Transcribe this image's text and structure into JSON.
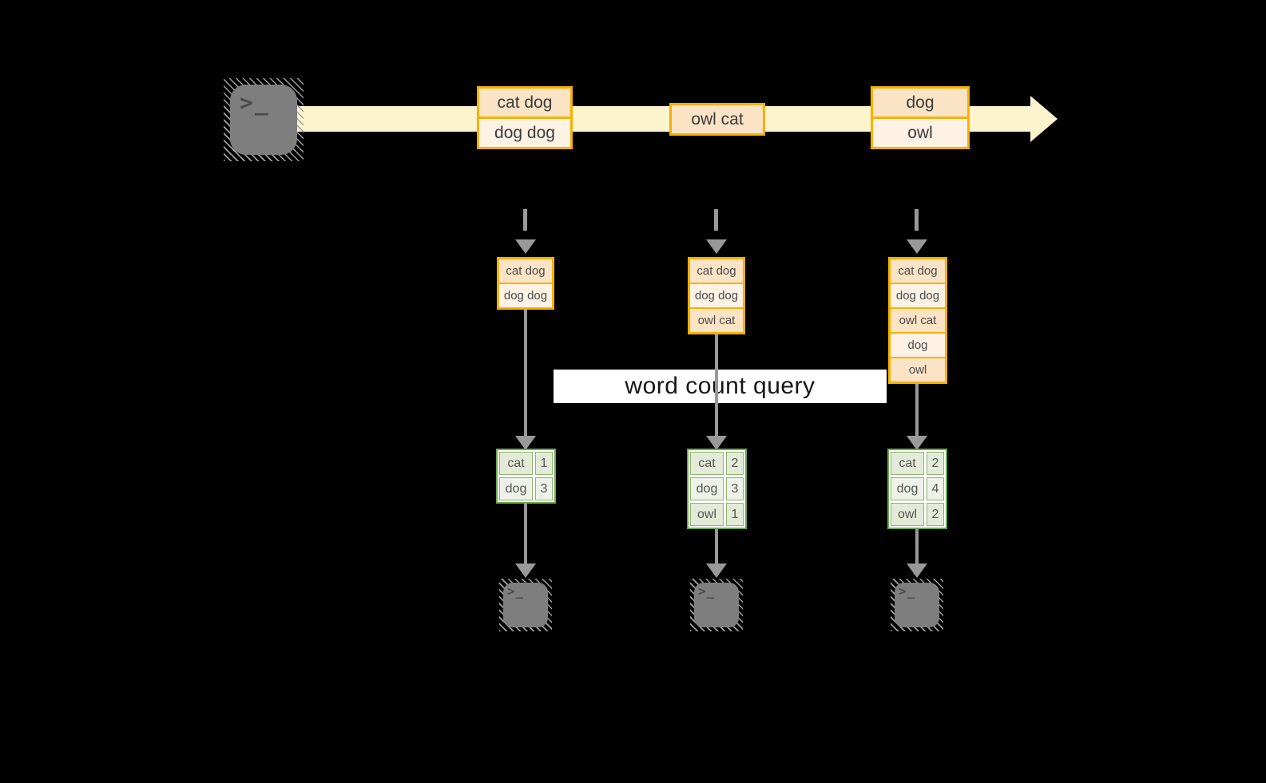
{
  "colors": {
    "orange_border": "#f6b100",
    "peach_fill": "#fbe3c5",
    "cream_fill": "#fdf2e4",
    "stream_band": "#fcf3cf",
    "green_border": "#6fa84e",
    "green_cell_a": "#e3ebd8",
    "green_cell_b": "#edf3e8",
    "arrow_gray": "#999999",
    "background": "#000000"
  },
  "icons": {
    "terminal_glyph": ">_"
  },
  "stream": {
    "events": [
      {
        "rows": [
          "cat dog",
          "dog dog"
        ]
      },
      {
        "rows": [
          "owl cat"
        ]
      },
      {
        "rows": [
          "dog",
          "owl"
        ]
      }
    ]
  },
  "batches": [
    {
      "rows": [
        "cat dog",
        "dog dog"
      ]
    },
    {
      "rows": [
        "cat dog",
        "dog dog",
        "owl cat"
      ]
    },
    {
      "rows": [
        "cat dog",
        "dog dog",
        "owl cat",
        "dog",
        "owl"
      ]
    }
  ],
  "query": {
    "label": "word count query"
  },
  "counts": [
    {
      "rows": [
        {
          "word": "cat",
          "count": "1"
        },
        {
          "word": "dog",
          "count": "3"
        }
      ]
    },
    {
      "rows": [
        {
          "word": "cat",
          "count": "2"
        },
        {
          "word": "dog",
          "count": "3"
        },
        {
          "word": "owl",
          "count": "1"
        }
      ]
    },
    {
      "rows": [
        {
          "word": "cat",
          "count": "2"
        },
        {
          "word": "dog",
          "count": "4"
        },
        {
          "word": "owl",
          "count": "2"
        }
      ]
    }
  ]
}
